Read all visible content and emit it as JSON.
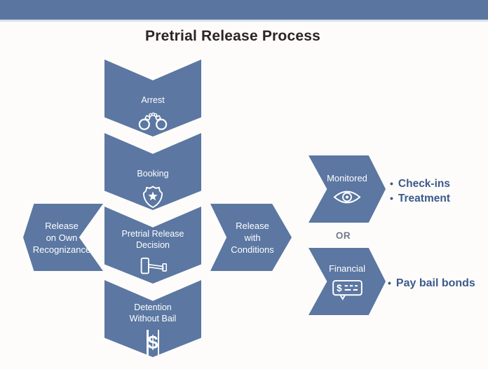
{
  "header": {
    "title": "Pretrial Release Process"
  },
  "colors": {
    "top_bar": "#5a76a0",
    "chevron_blue": "#5b77a2",
    "bullet_text": "#3a5a8c",
    "or_text": "#6f7b8c",
    "title_text": "#2b2523",
    "background": "#fdfcfa"
  },
  "flow_steps": [
    {
      "lines": [
        "Arrest"
      ],
      "icon": "handcuffs-icon"
    },
    {
      "lines": [
        "Booking"
      ],
      "icon": "police-badge-icon"
    },
    {
      "lines": [
        "Pretrial Release",
        "Decision"
      ],
      "icon": "gavel-icon"
    },
    {
      "lines": [
        "Detention",
        "Without Bail"
      ],
      "icon": "money-behind-bars-icon"
    }
  ],
  "branches": {
    "left": {
      "lines": [
        "Release",
        "on Own",
        "Recognizance"
      ]
    },
    "right": {
      "lines": [
        "Release",
        "with",
        "Conditions"
      ]
    }
  },
  "outcomes": {
    "monitored": {
      "label": "Monitored",
      "icon": "eye-icon",
      "bullets": [
        "Check-ins",
        "Treatment"
      ]
    },
    "connector": "OR",
    "financial": {
      "label": "Financial",
      "icon": "bail-payment-icon",
      "bullets": [
        "Pay bail bonds"
      ]
    }
  },
  "bullet_glyph": "•",
  "financial_icon_dollar": "$"
}
